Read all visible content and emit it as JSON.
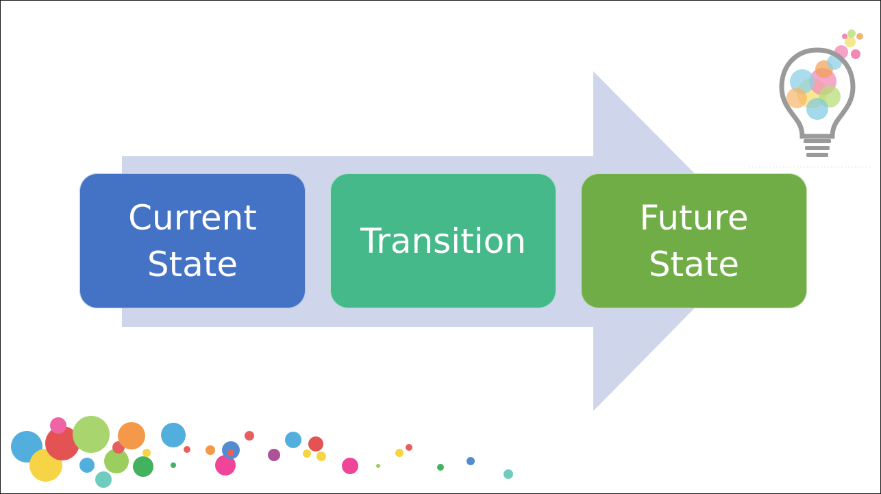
{
  "diagram": {
    "type": "process-flow",
    "steps": [
      {
        "label": "Current\nState"
      },
      {
        "label": "Transition"
      },
      {
        "label": "Future\nState"
      }
    ]
  },
  "colors": {
    "arrow": "#cfd5ea",
    "current_state": "#4472c4",
    "transition": "#45b98a",
    "future_state": "#70ad47",
    "slide_background": "#ffffff"
  },
  "decorations": {
    "top_right": "lightbulb-icon",
    "bottom_left": "colorful-dots-decoration"
  }
}
